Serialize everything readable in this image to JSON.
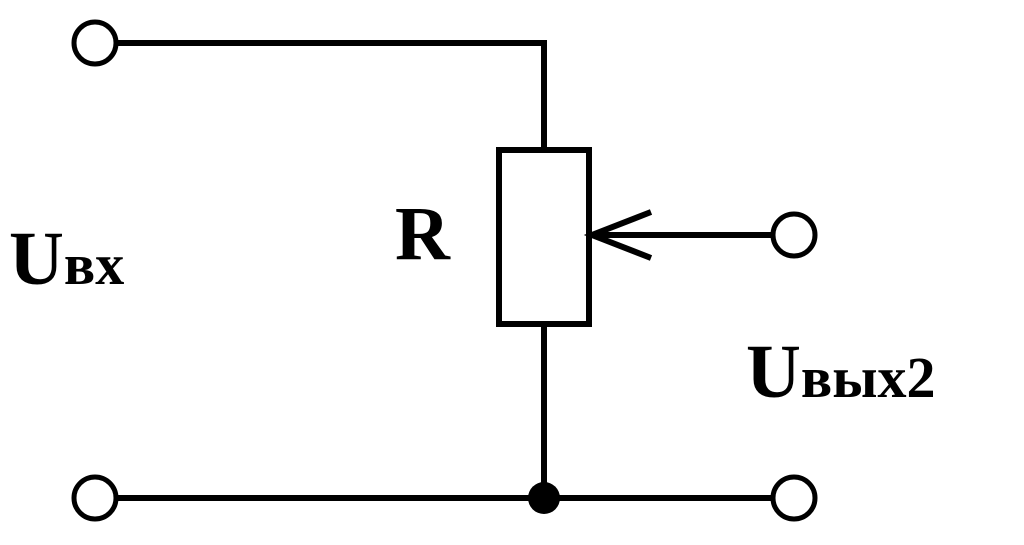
{
  "diagram": {
    "resistor_label": "R",
    "input_voltage": {
      "main": "U",
      "subscript": "вх"
    },
    "output_voltage": {
      "main": "U",
      "subscript": "вых2"
    },
    "colors": {
      "line": "#000000",
      "background": "#ffffff"
    }
  }
}
